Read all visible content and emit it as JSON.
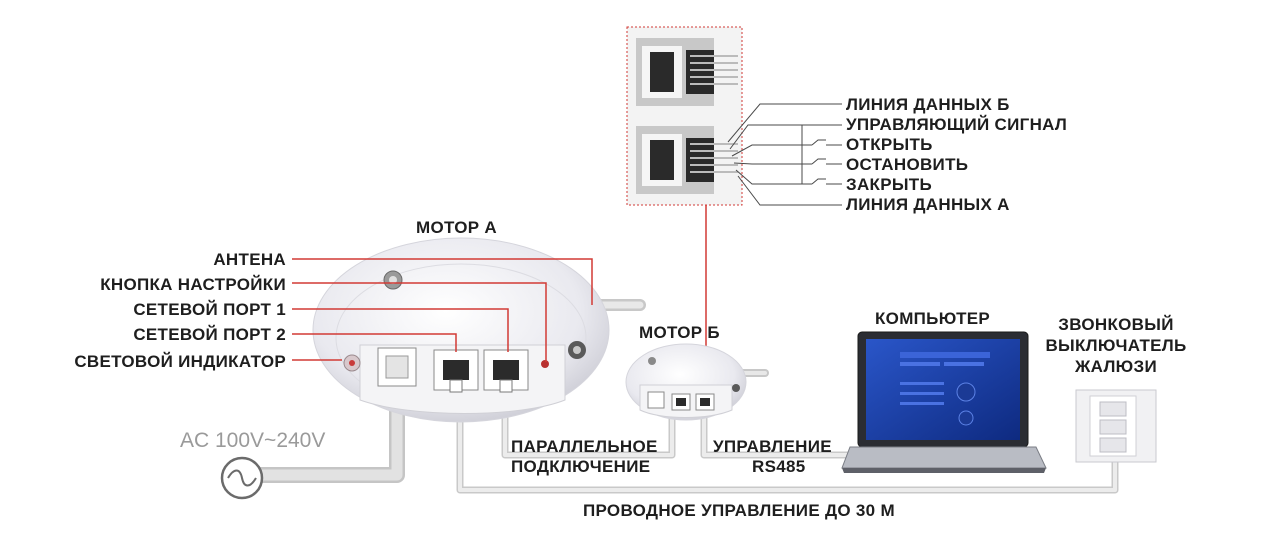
{
  "labels": {
    "motor_a": "МОТОР A",
    "motor_b": "МОТОР Б",
    "antenna": "АНТЕНА",
    "setup_button": "КНОПКА НАСТРОЙКИ",
    "network_port_1": "СЕТЕВОЙ ПОРТ 1",
    "network_port_2": "СЕТЕВОЙ ПОРТ 2",
    "light_indicator": "СВЕТОВОЙ ИНДИКАТОР",
    "power": "AC 100V~240V",
    "parallel_line1": "ПАРАЛЛЕЛЬНОЕ",
    "parallel_line2": "ПОДКЛЮЧЕНИЕ",
    "control_line1": "УПРАВЛЕНИЕ",
    "control_line2": "RS485",
    "computer": "КОМПЬЮТЕР",
    "switch_line1": "ЗВОНКОВЫЙ",
    "switch_line2": "ВЫКЛЮЧАТЕЛЬ",
    "switch_line3": "ЖАЛЮЗИ",
    "wired_control": "ПРОВОДНОЕ УПРАВЛЕНИЕ ДО 30 М"
  },
  "pins": [
    "ЛИНИЯ ДАННЫХ Б",
    "УПРАВЛЯЮЩИЙ СИГНАЛ",
    "ОТКРЫТЬ",
    "ОСТАНОВИТЬ",
    "ЗАКРЫТЬ",
    "ЛИНИЯ ДАННЫХ А"
  ],
  "colors": {
    "callout_red": "#d23a35",
    "cable_gray": "#d2d2d2",
    "device_white": "#eeeef2",
    "screen_blue": "#1a3fa8"
  }
}
